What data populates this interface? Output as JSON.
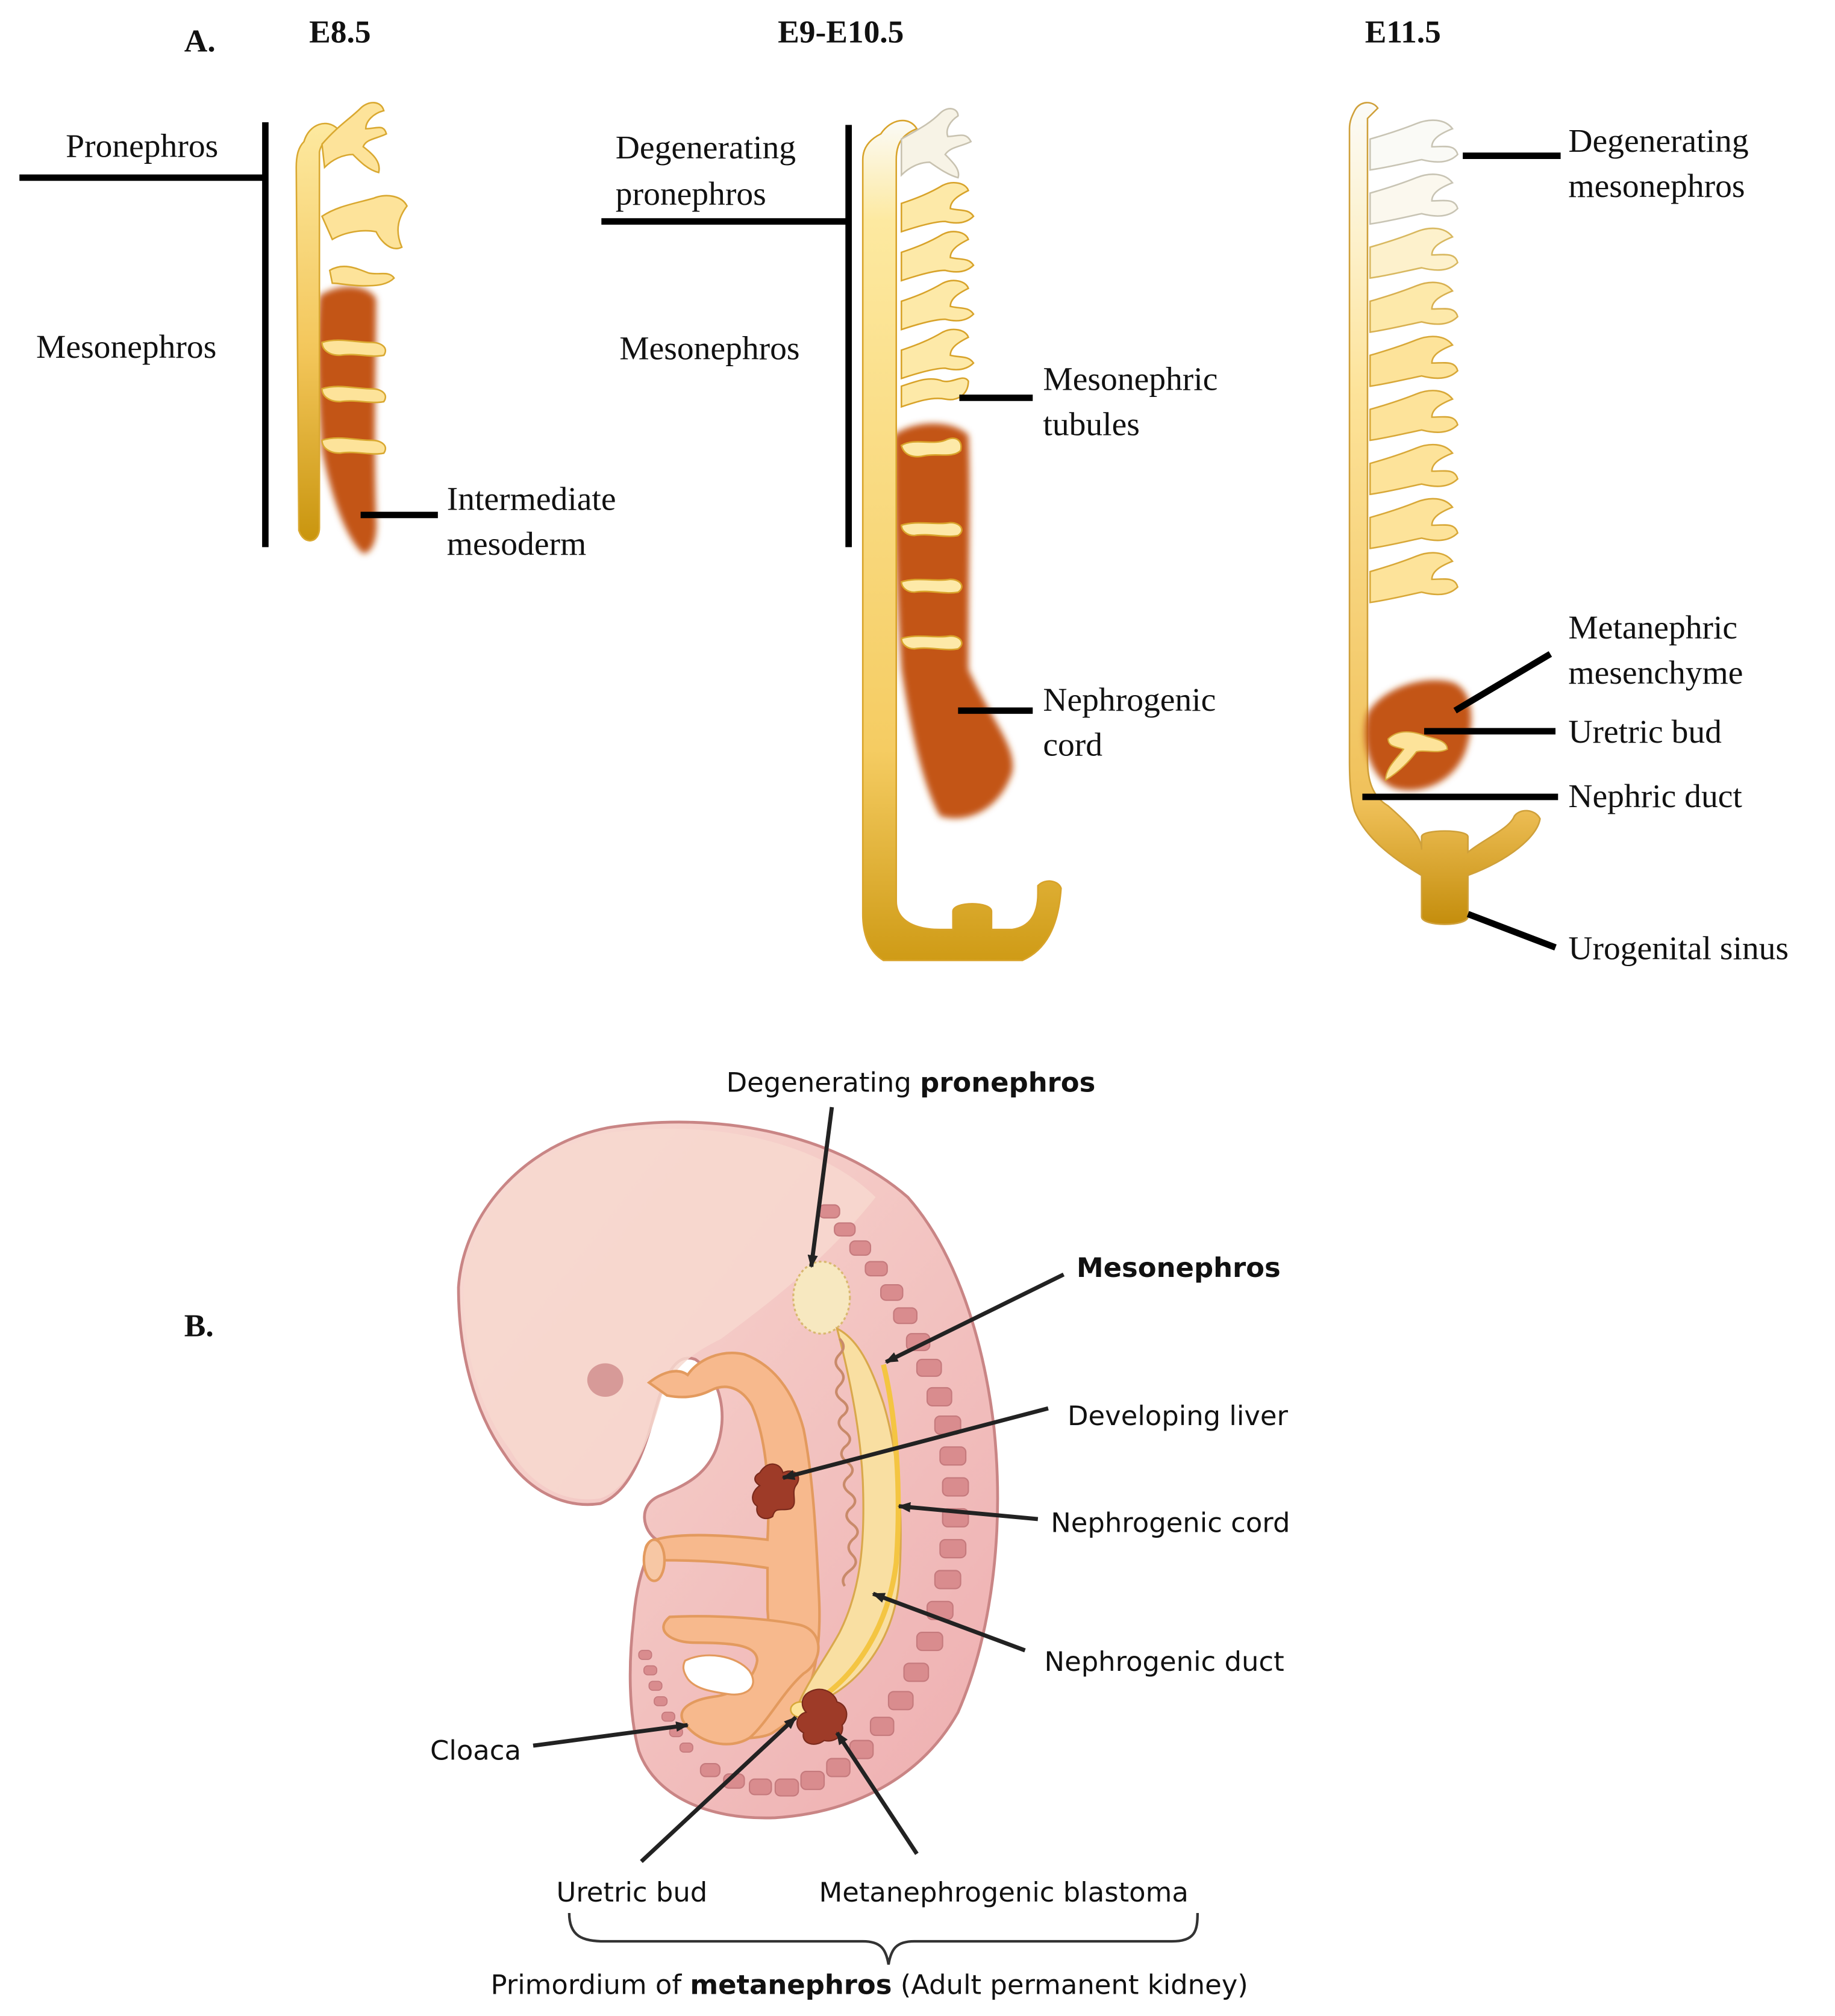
{
  "panel_a": {
    "label": "A.",
    "stages": [
      "E8.5",
      "E9-E10.5",
      "E11.5"
    ],
    "e85": {
      "pronephros": "Pronephros",
      "mesonephros": "Mesonephros",
      "intermediate": [
        "Intermediate",
        "mesoderm"
      ]
    },
    "e9": {
      "degenerating_pronephros": [
        "Degenerating",
        "pronephros"
      ],
      "mesonephros": "Mesonephros",
      "tubules": [
        "Mesonephric",
        "tubules"
      ],
      "cord": [
        "Nephrogenic",
        "cord"
      ]
    },
    "e115": {
      "degenerating_mesonephros": [
        "Degenerating",
        "mesonephros"
      ],
      "metanephric": [
        "Metanephric",
        "mesenchyme"
      ],
      "uretric_bud": "Uretric bud",
      "nephric_duct": "Nephric duct",
      "urogenital_sinus": "Urogenital sinus"
    }
  },
  "panel_b": {
    "label": "B.",
    "pronephros_prefix": "Degenerating ",
    "pronephros_bold": "pronephros",
    "mesonephros": "Mesonephros",
    "liver": "Developing liver",
    "cord": "Nephrogenic cord",
    "duct": "Nephrogenic duct",
    "cloaca": "Cloaca",
    "uretric_bud": "Uretric bud",
    "blastoma": "Metanephrogenic blastoma",
    "primordium_prefix": "Primordium of ",
    "primordium_bold": "metanephros",
    "primordium_suffix": " (Adult permanent kidney)"
  },
  "colors": {
    "duct_light": "#fde79a",
    "duct_dark": "#c9950e",
    "mesoderm": "#c35413",
    "embryo": "#f2b9b6",
    "kidney_dark": "#a03c2a"
  }
}
